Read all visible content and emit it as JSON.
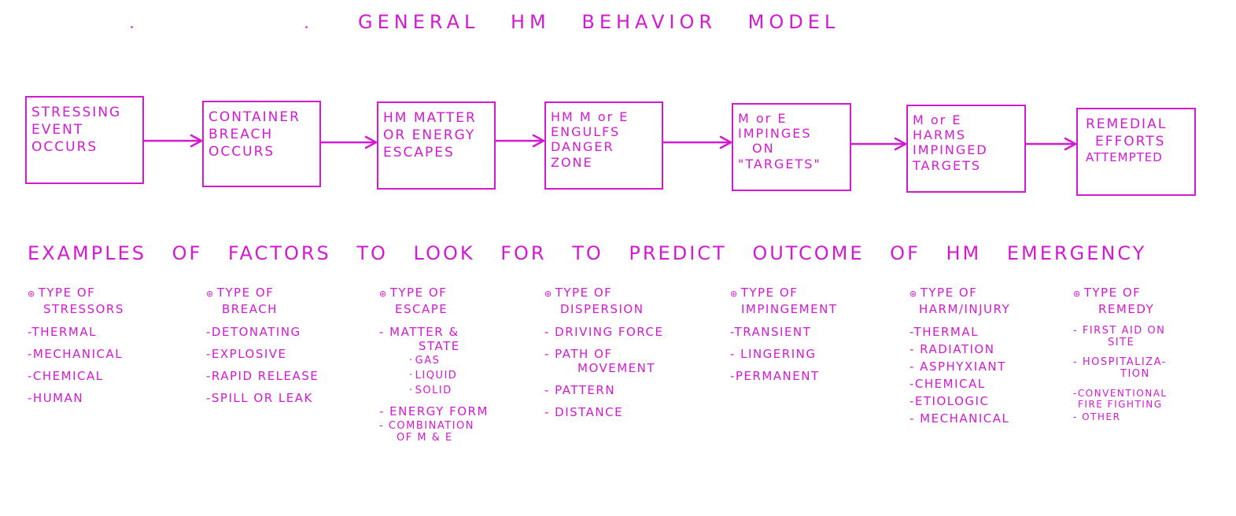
{
  "title": "GENERAL HM BEHAVIOR MODEL",
  "flow_boxes": [
    {
      "lines": [
        "STRESSING",
        "EVENT",
        "OCCURS"
      ]
    },
    {
      "lines": [
        "CONTAINER",
        "BREACH",
        "OCCURS"
      ]
    },
    {
      "lines": [
        "HM MATTER",
        "OR ENERGY",
        "ESCAPES"
      ]
    },
    {
      "lines": [
        "HM M or E",
        "ENGULFS",
        "DANGER",
        "ZONE"
      ]
    },
    {
      "lines": [
        "M or E",
        "IMPINGES",
        "ON",
        "\"TARGETS\""
      ]
    },
    {
      "lines": [
        "M or E",
        "HARMS",
        "IMPINGED",
        "TARGETS"
      ]
    },
    {
      "lines": [
        "REMEDIAL",
        "EFFORTS",
        "ATTEMPTED"
      ]
    }
  ],
  "examples_heading": "EXAMPLES OF FACTORS TO LOOK FOR TO PREDICT OUTCOME OF HM EMERGENCY",
  "factor_columns": [
    {
      "line1": "TYPE OF",
      "line2": "STRESSORS",
      "items": [
        {
          "text": "-THERMAL"
        },
        {
          "text": "-MECHANICAL"
        },
        {
          "text": "-CHEMICAL"
        },
        {
          "text": "-HUMAN"
        }
      ]
    },
    {
      "line1": "TYPE OF",
      "line2": "BREACH",
      "items": [
        {
          "text": "-DETONATING"
        },
        {
          "text": "-EXPLOSIVE"
        },
        {
          "text": "-RAPID RELEASE"
        },
        {
          "text": "-SPILL OR LEAK"
        }
      ]
    },
    {
      "line1": "TYPE OF",
      "line2": "ESCAPE",
      "items": [
        {
          "text": "- MATTER &",
          "cont": "STATE"
        },
        {
          "text": "GAS",
          "sub": true
        },
        {
          "text": "LIQUID",
          "sub": true
        },
        {
          "text": "SOLID",
          "sub": true
        },
        {
          "text": "- ENERGY FORM"
        },
        {
          "text": "- COMBINATION",
          "cont": "OF M & E"
        }
      ]
    },
    {
      "line1": "TYPE OF",
      "line2": "DISPERSION",
      "items": [
        {
          "text": "- DRIVING FORCE"
        },
        {
          "text": "- PATH OF",
          "cont": "MOVEMENT"
        },
        {
          "text": "- PATTERN"
        },
        {
          "text": "- DISTANCE"
        }
      ]
    },
    {
      "line1": "TYPE OF",
      "line2": "IMPINGEMENT",
      "items": [
        {
          "text": "-TRANSIENT"
        },
        {
          "text": "- LINGERING"
        },
        {
          "text": "-PERMANENT"
        }
      ]
    },
    {
      "line1": "TYPE OF",
      "line2": "HARM/INJURY",
      "items": [
        {
          "text": "-THERMAL"
        },
        {
          "text": "- RADIATION"
        },
        {
          "text": "- ASPHYXIANT"
        },
        {
          "text": "-CHEMICAL"
        },
        {
          "text": "-ETIOLOGIC"
        },
        {
          "text": "- MECHANICAL"
        }
      ]
    },
    {
      "line1": "TYPE OF",
      "line2": "REMEDY",
      "items": [
        {
          "text": "- FIRST AID ON",
          "cont": "SITE"
        },
        {
          "text": "- HOSPITALIZA-",
          "cont": "TION"
        },
        {
          "text": "-CONVENTIONAL",
          "cont": "FIRE FIGHTING"
        },
        {
          "text": "- OTHER"
        }
      ]
    }
  ]
}
